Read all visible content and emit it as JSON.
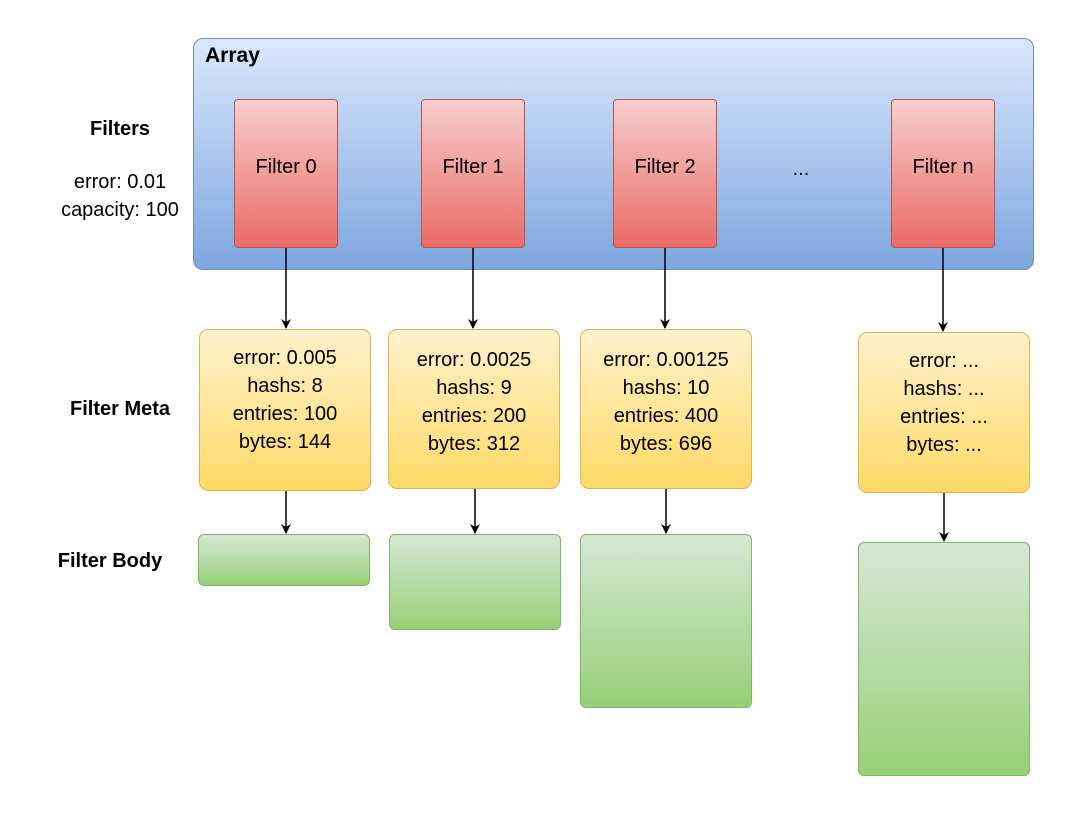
{
  "array": {
    "title": "Array"
  },
  "labels": {
    "filters": "Filters",
    "error_line": "error: 0.01",
    "capacity_line": "capacity: 100",
    "filter_meta": "Filter Meta",
    "filter_body": "Filter Body"
  },
  "filters": [
    {
      "label": "Filter 0"
    },
    {
      "label": "Filter 1"
    },
    {
      "label": "Filter 2"
    },
    {
      "label": "Filter n"
    }
  ],
  "ellipsis": "...",
  "metas": [
    {
      "error": "error: 0.005",
      "hashs": "hashs: 8",
      "entries": "entries: 100",
      "bytes": "bytes: 144"
    },
    {
      "error": "error: 0.0025",
      "hashs": "hashs: 9",
      "entries": "entries: 200",
      "bytes": "bytes: 312"
    },
    {
      "error": "error: 0.00125",
      "hashs": "hashs: 10",
      "entries": "entries: 400",
      "bytes": "bytes: 696"
    },
    {
      "error": "error: ...",
      "hashs": "hashs: ...",
      "entries": "entries: ...",
      "bytes": "bytes: ..."
    }
  ]
}
